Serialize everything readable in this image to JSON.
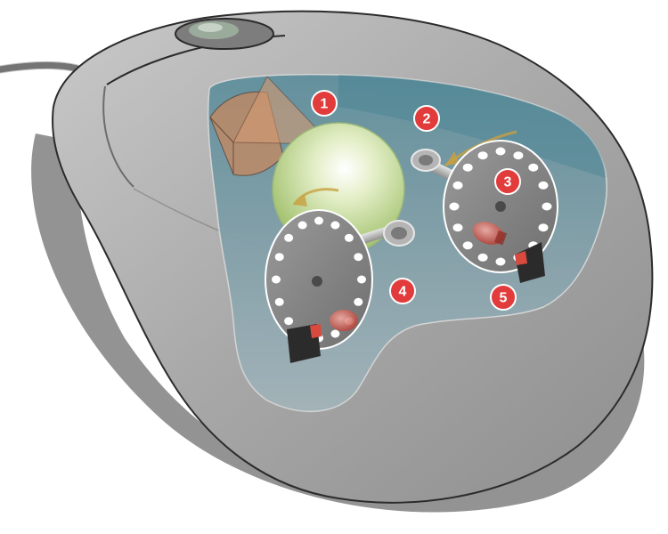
{
  "diagram": {
    "subject": "mechanical-ball-mouse-cutaway",
    "callouts": [
      {
        "id": "c1",
        "label": "1",
        "part": "prism"
      },
      {
        "id": "c2",
        "label": "2",
        "part": "shaft-roller"
      },
      {
        "id": "c3",
        "label": "3",
        "part": "encoder-wheel-y"
      },
      {
        "id": "c4",
        "label": "4",
        "part": "encoder-wheel-x"
      },
      {
        "id": "c5",
        "label": "5",
        "part": "sensor"
      }
    ]
  },
  "colors": {
    "background": "#ffffff",
    "shell": "#a9a9a9",
    "shell_dark": "#8a8a8a",
    "shell_outline": "#2b2b2b",
    "window": "#7f9aa3",
    "window_teal": "#3f7f8f",
    "ball": "#cfe2a6",
    "wheel": "#8c8c8c",
    "wheel_hole": "#ffffff",
    "led": "#c0392b",
    "sensor_block": "#2b2b2b",
    "callout_fill": "#e23b3b",
    "callout_text": "#ffffff",
    "cable": "#8a8a8a",
    "prism": "#c8885e"
  },
  "icons": [
    "roller-ball",
    "encoder-wheel",
    "led",
    "photo-sensor",
    "prism",
    "scroll-wheel"
  ]
}
